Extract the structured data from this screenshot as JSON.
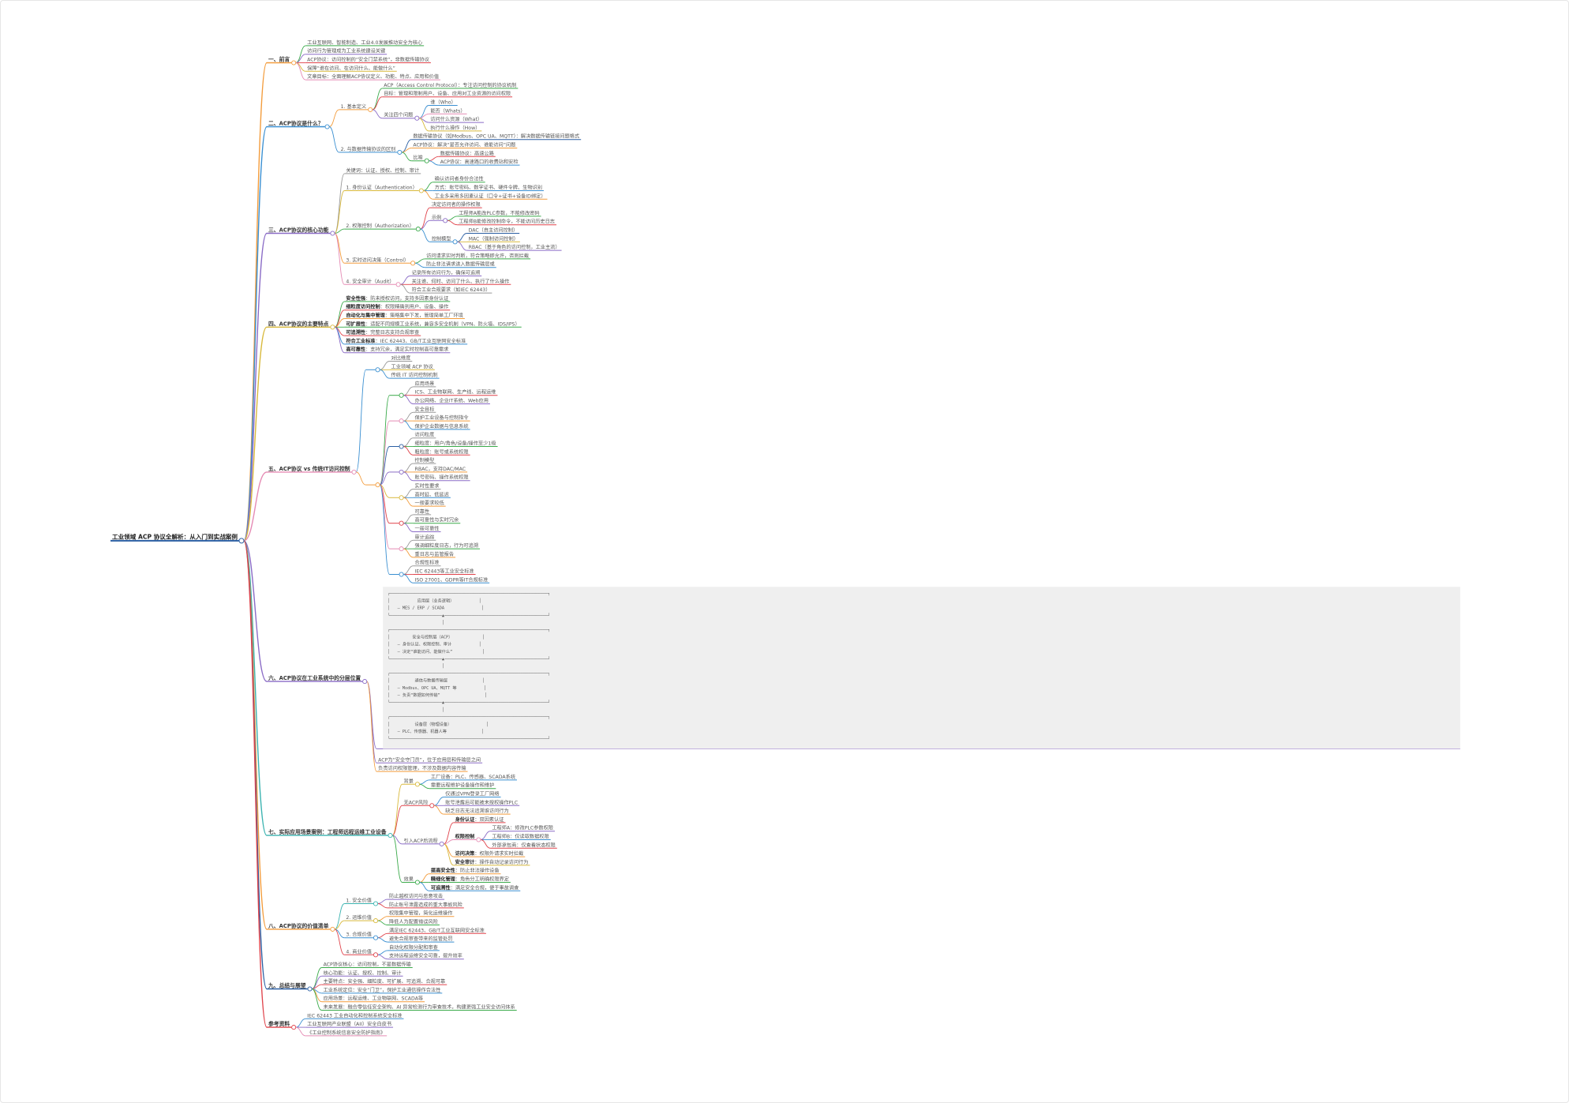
{
  "root": {
    "label": "工业领域 ACP 协议全解析：从入门到实战案例"
  },
  "colors": {
    "orange": "#f39c3c",
    "blue": "#3a8fd1",
    "green": "#3aaa4a",
    "red": "#e0434b",
    "purple": "#8a6bc6",
    "pink": "#e58bb4",
    "yellow": "#d8b93c",
    "teal": "#3bb3b0",
    "gray": "#999999",
    "navy": "#2b5fa3"
  },
  "branches": [
    {
      "label": "一、前言",
      "color": "orange",
      "children": [
        {
          "label": "工业互联网、智能制造、工业4.0发展推动安全为核心",
          "color": "green"
        },
        {
          "label": "访问行为管理成为工业系统建设关键",
          "color": "purple"
        },
        {
          "label": "ACP协议：访问控制的“安全门禁系统”，非数据传输协议",
          "color": "red"
        },
        {
          "label": "保障“谁在访问、在访问什么、能做什么”",
          "color": "yellow"
        },
        {
          "label": "文章目标：全面理解ACP协议定义、功能、特点、应用和价值",
          "color": "pink"
        }
      ]
    },
    {
      "label": "二、ACP协议是什么？",
      "color": "blue",
      "children": [
        {
          "label": "1. 基本定义",
          "color": "orange",
          "children": [
            {
              "label": "ACP（Access Control Protocol）：专注访问控制的协议机制",
              "color": "green"
            },
            {
              "label": "目标：管理和限制用户、设备、应用对工业资源的访问权限",
              "color": "red"
            },
            {
              "label": "关注四个问题",
              "color": "purple",
              "children": [
                {
                  "label": "谁（Who）",
                  "color": "blue"
                },
                {
                  "label": "能否（Whats）",
                  "color": "pink"
                },
                {
                  "label": "访问什么资源（What）",
                  "color": "purple"
                },
                {
                  "label": "执行什么操作（How）",
                  "color": "yellow"
                }
              ]
            }
          ]
        },
        {
          "label": "2. 与数据传输协议的区别",
          "color": "blue",
          "children": [
            {
              "label": "数据传输协议（如Modbus、OPC UA、MQTT）：解决数据传输链接问题格式",
              "color": "navy"
            },
            {
              "label": "ACP协议：解决“是否允许访问、谁能访问”问题",
              "color": "orange"
            },
            {
              "label": "比喻",
              "color": "green",
              "children": [
                {
                  "label": "数据传输协议：高速公路",
                  "color": "red"
                },
                {
                  "label": "ACP协议：高速路口的收费站和安检",
                  "color": "blue"
                }
              ]
            }
          ]
        }
      ]
    },
    {
      "label": "三、ACP协议的核心功能",
      "color": "purple",
      "children": [
        {
          "label": "关键词：认证、授权、控制、审计",
          "color": "gray"
        },
        {
          "label": "1. 身份认证（Authentication）",
          "color": "yellow",
          "children": [
            {
              "label": "确认访问者身份合法性",
              "color": "green"
            },
            {
              "label": "方式：账号密码、数字证书、硬件令牌、生物识别",
              "color": "blue"
            },
            {
              "label": "工业多采用多因素认证（口令+证书+设备ID绑定）",
              "color": "orange"
            }
          ]
        },
        {
          "label": "2. 权限控制（Authorization）",
          "color": "green",
          "children": [
            {
              "label": "决定访问者的操作权限",
              "color": "red"
            },
            {
              "label": "示例",
              "color": "purple",
              "children": [
                {
                  "label": "工程师A能改PLC参数，不能修改密码",
                  "color": "green"
                },
                {
                  "label": "工程师B能修改控制命令，不能访问历史日志",
                  "color": "red"
                }
              ]
            },
            {
              "label": "控制模型",
              "color": "blue",
              "children": [
                {
                  "label": "DAC（自主访问控制）",
                  "color": "navy"
                },
                {
                  "label": "MAC（强制访问控制）",
                  "color": "yellow"
                },
                {
                  "label": "RBAC（基于角色的访问控制，工业主流）",
                  "color": "purple"
                }
              ]
            }
          ]
        },
        {
          "label": "3. 实时访问决策（Control）",
          "color": "orange",
          "children": [
            {
              "label": "访问请求实时判断，符合策略即允许，否则拦截",
              "color": "green"
            },
            {
              "label": "防止非法请求进入数据传输层或",
              "color": "blue"
            }
          ]
        },
        {
          "label": "4. 安全审计（Audit）",
          "color": "pink",
          "children": [
            {
              "label": "记录所有访问行为，确保可追溯",
              "color": "purple"
            },
            {
              "label": "关注谁、何时、访问了什么、执行了什么操作",
              "color": "red"
            },
            {
              "label": "符合工业合规要求（如IEC 62443）",
              "color": "gray"
            }
          ]
        }
      ]
    },
    {
      "label": "四、ACP协议的主要特点",
      "color": "yellow",
      "children": [
        {
          "key": "安全性强",
          "text": "：防未授权访问，支持多因素身份认证",
          "color": "green"
        },
        {
          "key": "细粒度访问控制",
          "text": "：权限精确到用户、设备、操作",
          "color": "red"
        },
        {
          "key": "自动化与集中管理",
          "text": "：策略集中下发，管理简单工厂环境",
          "color": "orange"
        },
        {
          "key": "可扩展性",
          "text": "：适配不同规模工业系统，兼容多安全机制（VPN、防火墙、IDS/IPS）",
          "color": "green"
        },
        {
          "key": "可追溯性",
          "text": "：完整日志支持合规审查",
          "color": "red"
        },
        {
          "key": "符合工业标准",
          "text": "：IEC 62443、GB/T工业互联网安全标准",
          "color": "blue"
        },
        {
          "key": "高可靠性",
          "text": "：支持冗余，满足实时控制高可靠需求",
          "color": "purple"
        }
      ]
    },
    {
      "label": "五、ACP协议 vs 传统IT访问控制",
      "color": "pink",
      "children": [
        {
          "label": "",
          "color": "blue",
          "children": [
            {
              "label": "对比维度",
              "color": "gray"
            },
            {
              "label": "工业领域 ACP 协议",
              "color": "yellow"
            },
            {
              "label": "传统 IT 访问控制机制",
              "color": "blue"
            }
          ]
        },
        {
          "label": "",
          "color": "orange",
          "children": [
            {
              "label": "",
              "color": "green",
              "children": [
                {
                  "label": "应用场景",
                  "color": "gray"
                },
                {
                  "label": "ICS、工业物联网、生产线、远程运维",
                  "color": "red"
                },
                {
                  "label": "办公网络、企业IT系统、Web应用",
                  "color": "purple"
                }
              ]
            },
            {
              "label": "",
              "color": "pink",
              "children": [
                {
                  "label": "安全目标",
                  "color": "gray"
                },
                {
                  "label": "保护工业设备与控制指令",
                  "color": "orange"
                },
                {
                  "label": "保护企业数据与信息系统",
                  "color": "blue"
                }
              ]
            },
            {
              "label": "",
              "color": "navy",
              "children": [
                {
                  "label": "访问粒度",
                  "color": "gray"
                },
                {
                  "label": "细粒度：用户/角色/设备/操作至少1级",
                  "color": "green"
                },
                {
                  "label": "粗粒度：账号或系统权限",
                  "color": "red"
                }
              ]
            },
            {
              "label": "",
              "color": "purple",
              "children": [
                {
                  "label": "控制模型",
                  "color": "gray"
                },
                {
                  "label": "RBAC，支持DAC/MAC",
                  "color": "orange"
                },
                {
                  "label": "账号密码、操作系统权限",
                  "color": "purple"
                }
              ]
            },
            {
              "label": "",
              "color": "yellow",
              "children": [
                {
                  "label": "实时性要求",
                  "color": "gray"
                },
                {
                  "label": "高时延、低延迟",
                  "color": "blue"
                },
                {
                  "label": "一般要求较低",
                  "color": "orange"
                }
              ]
            },
            {
              "label": "",
              "color": "red",
              "children": [
                {
                  "label": "可靠性",
                  "color": "gray"
                },
                {
                  "label": "高可靠性与实时冗余",
                  "color": "green"
                },
                {
                  "label": "一般可靠性",
                  "color": "purple"
                }
              ]
            },
            {
              "label": "",
              "color": "pink",
              "children": [
                {
                  "label": "审计追踪",
                  "color": "gray"
                },
                {
                  "label": "强调细粒度日志，行为可追溯",
                  "color": "green"
                },
                {
                  "label": "重日志与监管报告",
                  "color": "orange"
                }
              ]
            },
            {
              "label": "",
              "color": "blue",
              "children": [
                {
                  "label": "合规性标准",
                  "color": "gray"
                },
                {
                  "label": "IEC 62443等工业安全标准",
                  "color": "red"
                },
                {
                  "label": "ISO 27001、GDPR等IT合规标准",
                  "color": "blue"
                }
              ]
            }
          ]
        }
      ]
    },
    {
      "label": "六、ACP协议在工业系统中的分层位置",
      "color": "purple",
      "code": [
        "┌────────────────────────────────────────────────────────────────┐",
        "│           应用层（业务逻辑）          │",
        "│   — MES / ERP / SCADA               │",
        "└─────────────────────▲──────────────────────────────────────────┘",
        "                      │",
        "┌────────────────────────────────────────────────────────────────┐",
        "│         安全与控制层（ACP）            │",
        "│   — 身份认证、权限控制、审计           │",
        "│   — 决定“谁能访问、能做什么”            │",
        "└─────────────────────▲──────────────────────────────────────────┘",
        "                      │",
        "┌────────────────────────────────────────────────────────────────┐",
        "│          通信与数据传输层              │",
        "│   — Modbus、OPC UA、MQTT 等           │",
        "│   — 负责“数据如何传输”                  │",
        "└─────────────────────▲──────────────────────────────────────────┘",
        "                      │",
        "┌────────────────────────────────────────────────────────────────┐",
        "│          设备层（物理设备）              │",
        "│   — PLC、传感器、机器人等              │",
        "└────────────────────────────────────────────────────────────────┘"
      ],
      "children": [
        {
          "label": "ACP为“安全守门员”，位于应用层和传输层之间",
          "color": "purple"
        },
        {
          "label": "负责访问权限管理，不涉及数据内容传输",
          "color": "orange"
        }
      ]
    },
    {
      "label": "七、实际应用场景案例：工程师远程运维工业设备",
      "color": "teal",
      "children": [
        {
          "label": "背景",
          "color": "yellow",
          "children": [
            {
              "label": "工厂设备：PLC、传感器、SCADA系统",
              "color": "blue"
            },
            {
              "label": "需要远程维护设备操作和维护",
              "color": "green"
            }
          ]
        },
        {
          "label": "无ACP风险",
          "color": "red",
          "children": [
            {
              "label": "仅通过VPN登录工厂网络",
              "color": "blue"
            },
            {
              "label": "账号泄露后可能被未授权操作PLC",
              "color": "purple"
            },
            {
              "label": "缺乏日志无法追溯谁访问行为",
              "color": "orange"
            }
          ]
        },
        {
          "label": "引入ACP后流程",
          "color": "purple",
          "children": [
            {
              "key": "身份认证",
              "text": "：双因素认证",
              "color": "red"
            },
            {
              "key": "权限控制",
              "text": "",
              "color": "pink",
              "children": [
                {
                  "label": "工程师A：修改PLC参数权限",
                  "color": "purple"
                },
                {
                  "label": "工程师B：仅读取数据权限",
                  "color": "blue"
                },
                {
                  "label": "外部承包商：仅查看状态权限",
                  "color": "red"
                }
              ]
            },
            {
              "key": "访问决策",
              "text": "：权限外请求实时拦截",
              "color": "orange"
            },
            {
              "key": "安全审计",
              "text": "：操作自动记录访问行为",
              "color": "yellow"
            }
          ]
        },
        {
          "label": "效果",
          "color": "green",
          "children": [
            {
              "key": "提高安全性",
              "text": "：防止非法操作设备",
              "color": "orange"
            },
            {
              "key": "精细化管理",
              "text": "：角色分工明确权限界定",
              "color": "green"
            },
            {
              "key": "可追溯性",
              "text": "：满足安全合规，便于事故调查",
              "color": "blue"
            }
          ]
        }
      ]
    },
    {
      "label": "八、ACP协议的价值清单",
      "color": "orange",
      "children": [
        {
          "label": "1. 安全价值",
          "color": "teal",
          "children": [
            {
              "label": "防止越权访问与恶意攻击",
              "color": "purple"
            },
            {
              "label": "防止账号泄露造成的重大事故风险",
              "color": "red"
            }
          ]
        },
        {
          "label": "2. 运维价值",
          "color": "yellow",
          "children": [
            {
              "label": "权限集中管理，简化运维操作",
              "color": "orange"
            },
            {
              "label": "降低人为配置错误风险",
              "color": "green"
            }
          ]
        },
        {
          "label": "3. 合规价值",
          "color": "blue",
          "children": [
            {
              "label": "满足IEC 62443、GB/T工业互联网安全标准",
              "color": "red"
            },
            {
              "label": "避免合规审查带来的监管处罚",
              "color": "blue"
            }
          ]
        },
        {
          "label": "4. 商业价值",
          "color": "red",
          "children": [
            {
              "label": "自动化权限分配和审查",
              "color": "blue"
            },
            {
              "label": "支持远程运维安全可靠，提升效率",
              "color": "purple"
            }
          ]
        }
      ]
    },
    {
      "label": "九、总结与展望",
      "color": "navy",
      "children": [
        {
          "label": "ACP协议核心：访问控制，不是数据传输",
          "color": "green"
        },
        {
          "label": "核心功能：认证、授权、控制、审计",
          "color": "purple"
        },
        {
          "label": "主要特点：安全强、细粒度、可扩展、可追溯、合规可靠",
          "color": "red"
        },
        {
          "label": "工业系统定位：安全“门卫”，保护工业通信操作合法性",
          "color": "blue"
        },
        {
          "label": "应用场景：远程运维、工业物联网、SCADA等",
          "color": "orange"
        },
        {
          "label": "未来发展：融合零信任安全架构、AI 异常检测行为审查技术，构建更强工业安全访问体系",
          "color": "green"
        }
      ]
    },
    {
      "label": "参考资料",
      "color": "red",
      "children": [
        {
          "label": "IEC 62443 工业自动化和控制系统安全标准",
          "color": "blue"
        },
        {
          "label": "工业互联网产业联盟（AII）安全白皮书",
          "color": "purple"
        },
        {
          "label": "《工业控制系统信息安全防护指南》",
          "color": "pink"
        }
      ]
    }
  ]
}
